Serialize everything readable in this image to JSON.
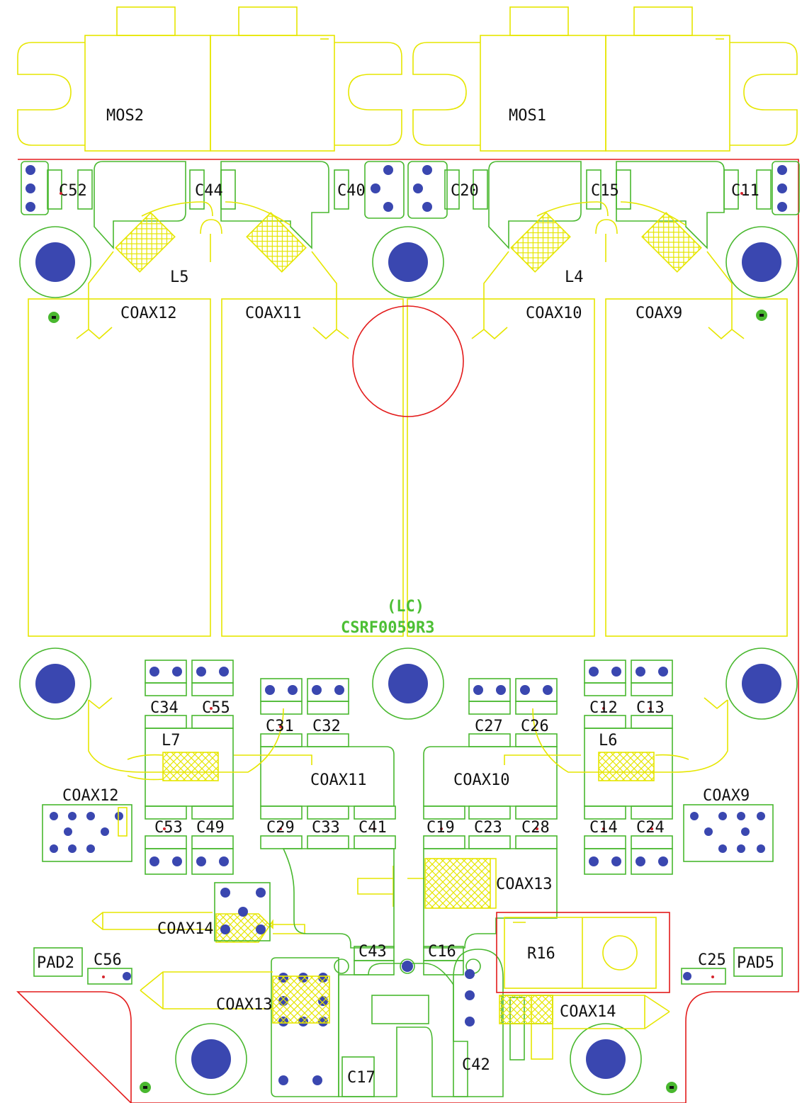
{
  "colors": {
    "background": "#ffffff",
    "silkscreen": "#e6e600",
    "copper": "#49b82f",
    "board_outline": "#e31b1b",
    "via": "#3a47b0",
    "pad_dot": "#d6262e",
    "text": "#111111",
    "brand_text": "#4cbf34"
  },
  "brand": {
    "line1": "(LC)",
    "line2": "CSRF0059R3"
  },
  "labels": {
    "mos2": "MOS2",
    "mos1": "MOS1",
    "c52": "C52",
    "c44": "C44",
    "c40": "C40",
    "c20": "C20",
    "c15": "C15",
    "c11": "C11",
    "l5": "L5",
    "l4": "L4",
    "coax12_top": "COAX12",
    "coax11_top": "COAX11",
    "coax10_top": "COAX10",
    "coax9_top": "COAX9",
    "c34": "C34",
    "c55": "C55",
    "c31": "C31",
    "c32": "C32",
    "c27": "C27",
    "c26": "C26",
    "c12": "C12",
    "c13": "C13",
    "l7": "L7",
    "l6": "L6",
    "coax11_mid": "COAX11",
    "coax10_mid": "COAX10",
    "coax12_mid": "COAX12",
    "coax9_mid": "COAX9",
    "c53": "C53",
    "c49": "C49",
    "c29": "C29",
    "c33": "C33",
    "c41": "C41",
    "c19": "C19",
    "c23": "C23",
    "c28": "C28",
    "c14": "C14",
    "c24": "C24",
    "coax13_mid": "COAX13",
    "coax14_mid": "COAX14",
    "c43": "C43",
    "c16": "C16",
    "r16": "R16",
    "pad2": "PAD2",
    "c56": "C56",
    "c25": "C25",
    "pad5": "PAD5",
    "coax13_bot": "COAX13",
    "coax14_bot": "COAX14",
    "c17": "C17",
    "c42": "C42"
  },
  "icons": {
    "mounting_hole": "mounting-hole-icon",
    "via": "via-icon",
    "fiducial": "fiducial-icon"
  }
}
